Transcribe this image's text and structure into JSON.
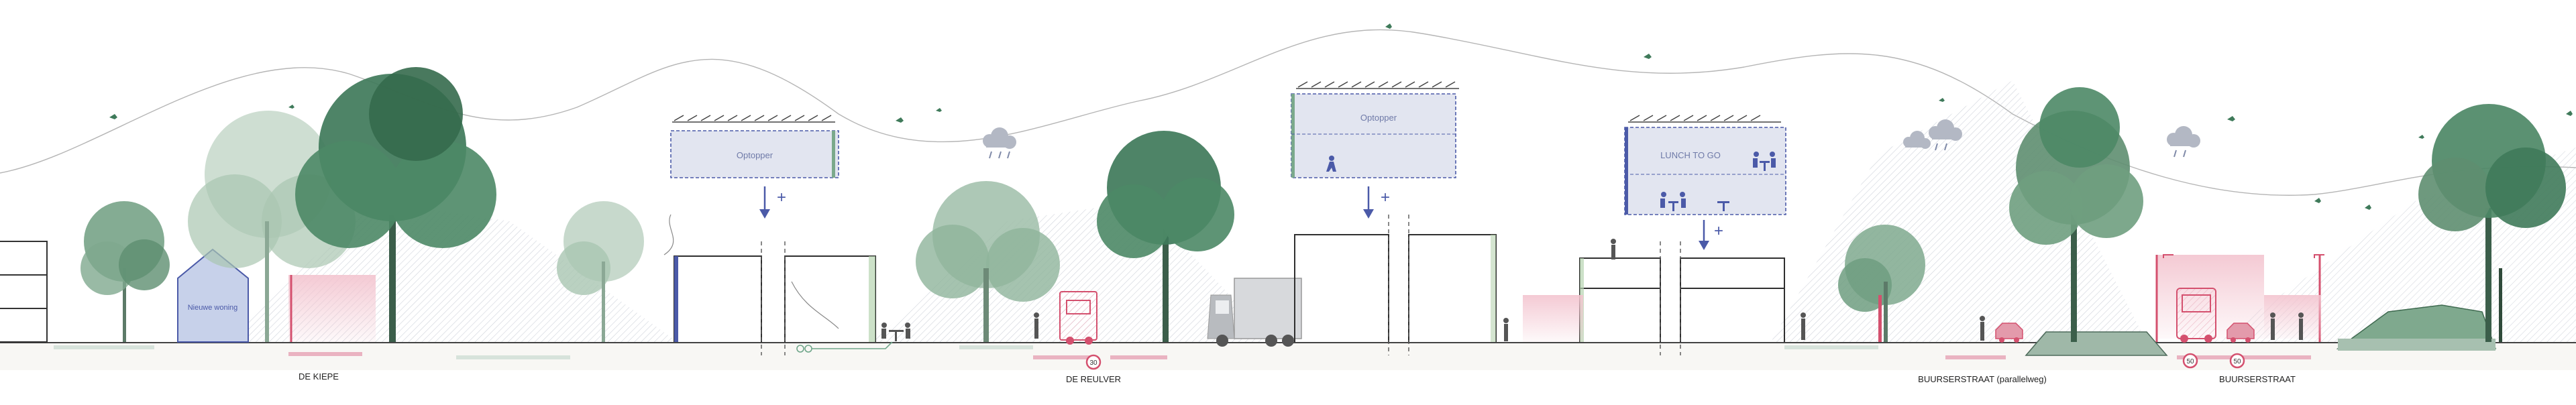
{
  "colors": {
    "tree_dark": "#3f7a5a",
    "tree_mid": "#6f9e80",
    "tree_light": "#b9d0bf",
    "building_stroke": "#2f2f2f",
    "hatch": "#bfc5cf",
    "accent_blue": "#4b5aa8",
    "panel_fill": "#e2e5f0",
    "accent_pink": "#d4506e",
    "ground": "#e9ece8",
    "bird": "#3f7a5a"
  },
  "labels": {
    "nieuwe_woning": "Nieuwe woning",
    "optopper_1": "Optopper",
    "optopper_2": "Optopper",
    "lunch_to_go": "LUNCH TO GO",
    "plus": "+",
    "speed_30": "30",
    "speed_50a": "50",
    "speed_50b": "50"
  },
  "streets": {
    "de_kiepe": "DE KIEPE",
    "de_reulver": "DE REULVER",
    "buurserstraat_parallel": "BUURSERSTRAAT (parallelweg)",
    "buurserstraat": "BUURSERSTRAAT"
  },
  "icons": {
    "rain": "rain-cloud-icon",
    "bird": "bird-icon",
    "solar": "solar-panel-icon",
    "arrow": "arrow-down-icon"
  }
}
